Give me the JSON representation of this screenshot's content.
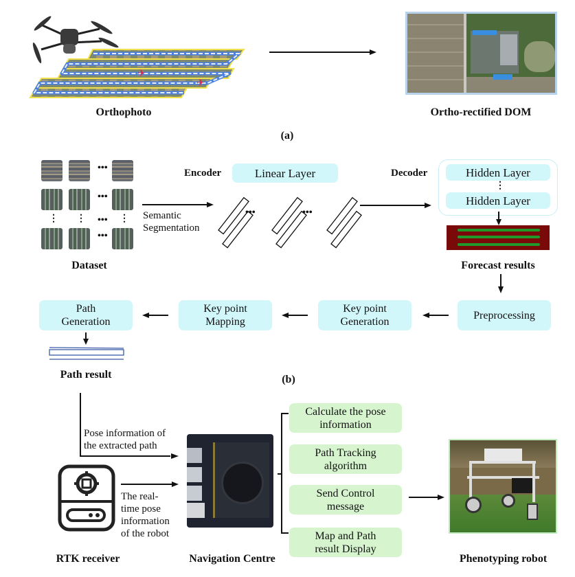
{
  "panel_a": {
    "label": "(a)",
    "left_caption": "Orthophoto",
    "right_caption": "Ortho-rectified DOM",
    "drone_icon": "drone-icon",
    "flight_path_icon": "flight-path-icon"
  },
  "panel_b": {
    "label": "(b)",
    "dataset_caption": "Dataset",
    "arrow_label_line1": "Semantic",
    "arrow_label_line2": "Segmentation",
    "encoder_label": "Encoder",
    "encoder_layer": "Linear Layer",
    "ellipsis": "•••",
    "decoder_label": "Decoder",
    "decoder_layers": [
      "Hidden Layer",
      "Hidden Layer"
    ],
    "vertical_ellipsis": "⋮",
    "forecast_caption": "Forecast results",
    "steps": [
      {
        "line1": "Preprocessing",
        "line2": ""
      },
      {
        "line1": "Key point",
        "line2": "Generation"
      },
      {
        "line1": "Key point",
        "line2": "Mapping"
      },
      {
        "line1": "Path",
        "line2": "Generation"
      }
    ],
    "path_caption": "Path result"
  },
  "panel_c": {
    "pose_label_line1": "Pose information of",
    "pose_label_line2": "the extracted path",
    "rtk_label_lines": [
      "The real-",
      "time pose",
      "information",
      "of the robot"
    ],
    "rtk_caption": "RTK receiver",
    "nav_caption": "Navigation Centre",
    "functions": [
      {
        "line1": "Calculate the pose",
        "line2": "information"
      },
      {
        "line1": "Path Tracking",
        "line2": "algorithm"
      },
      {
        "line1": "Send Control",
        "line2": "message"
      },
      {
        "line1": "Map and Path",
        "line2": "result Display"
      }
    ],
    "robot_caption": "Phenotyping robot"
  },
  "colors": {
    "cyan_box": "#d2f7fb",
    "green_box": "#d6f5cf",
    "forecast_bg": "#7a0a0a",
    "forecast_line": "#1f9a2a",
    "path_blue": "#3a5aa8"
  }
}
